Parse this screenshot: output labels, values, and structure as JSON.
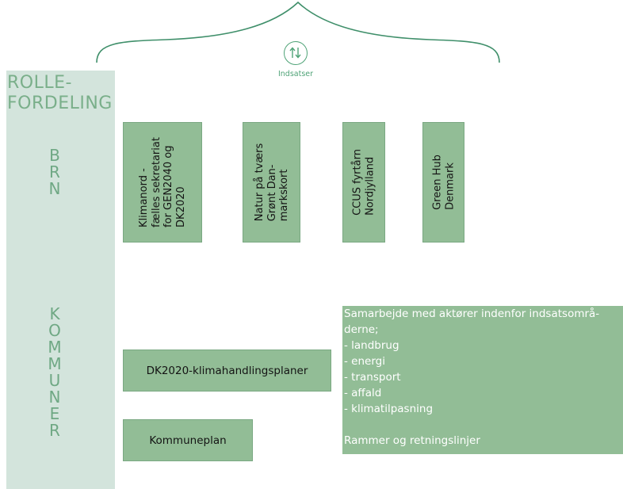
{
  "title": {
    "line1": "ROLLE-",
    "line2": "FORDELING"
  },
  "header": {
    "label": "Indsatser",
    "icon": "up-down-arrows-icon"
  },
  "groups": {
    "brn": "B\nR\nN",
    "kommuner": "K\nO\nM\nM\nU\nN\nE\nR"
  },
  "brn_boxes": [
    "Klimanord -\nfælles sekretariat\nfor GEN2040 og\nDK2020",
    "Natur på tværs\nGrønt Dan-\nmarkskort",
    "CCUS fyrtårn\nNordjylland",
    "Green Hub\nDenmark"
  ],
  "kommuner_boxes": {
    "klimaplan": "DK2020-klimahandlingsplaner",
    "kommuneplan": "Kommuneplan"
  },
  "cooperation": {
    "lines": [
      "Samarbejde med aktører indenfor indsatsområ-",
      "derne;",
      "- landbrug",
      "- energi",
      "- transport",
      "- affald",
      "- klimatilpasning",
      "",
      "Rammer og retningslinjer"
    ]
  },
  "colors": {
    "sidebar": "#d3e4dc",
    "box": "#92bd96",
    "accent": "#4fa377",
    "brace": "#3f8f6a"
  }
}
